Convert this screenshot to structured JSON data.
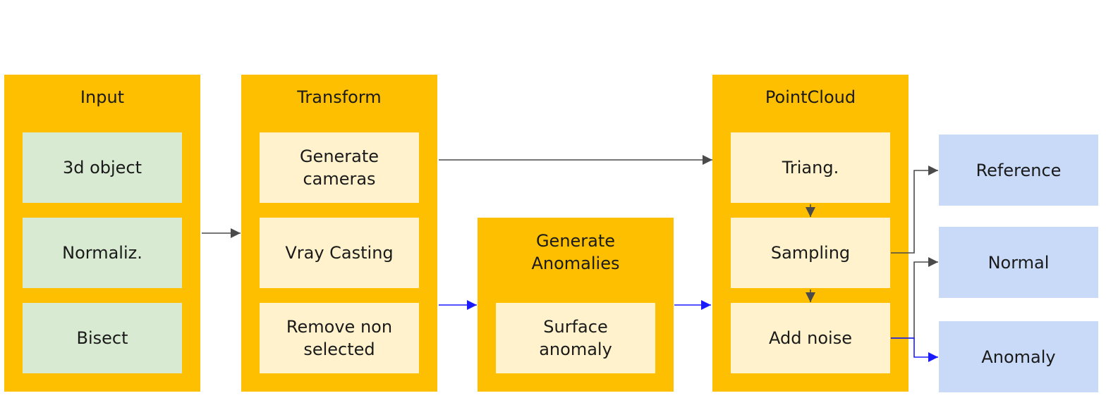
{
  "input": {
    "title": "Input",
    "items": [
      "3d object",
      "Normaliz.",
      "Bisect"
    ]
  },
  "transform": {
    "title": "Transform",
    "items": [
      "Generate\ncameras",
      "Vray Casting",
      "Remove non\nselected"
    ]
  },
  "anomalies": {
    "title": "Generate\nAnomalies",
    "items": [
      "Surface\nanomaly"
    ]
  },
  "pointcloud": {
    "title": "PointCloud",
    "items": [
      "Triang.",
      "Sampling",
      "Add noise"
    ]
  },
  "outputs": [
    "Reference",
    "Normal",
    "Anomaly"
  ],
  "colors": {
    "group": "#fdbf00",
    "input_item": "#d9ead3",
    "process_item": "#fff2cc",
    "output_item": "#c9daf8",
    "arrow_gray": "#4a4a4a",
    "arrow_blue": "#1a1aff"
  }
}
